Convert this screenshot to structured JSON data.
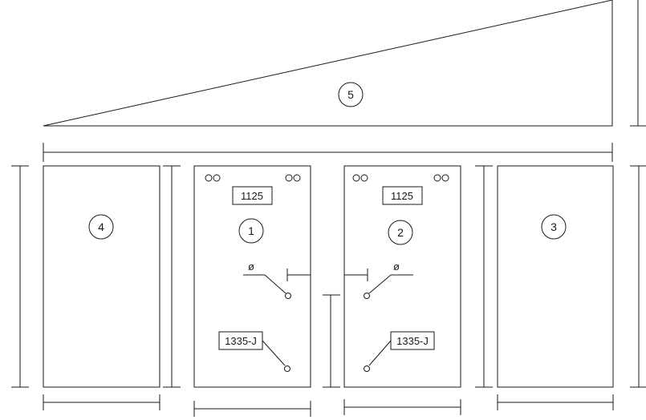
{
  "diagram": {
    "callouts": {
      "c1": "1",
      "c2": "2",
      "c3": "3",
      "c4": "4",
      "c5": "5"
    },
    "labels": {
      "panel1_top": "1125",
      "panel2_top": "1125",
      "panel1_bottom": "1335-J",
      "panel2_bottom": "1335-J"
    },
    "symbols": {
      "diameter": "ø"
    }
  }
}
